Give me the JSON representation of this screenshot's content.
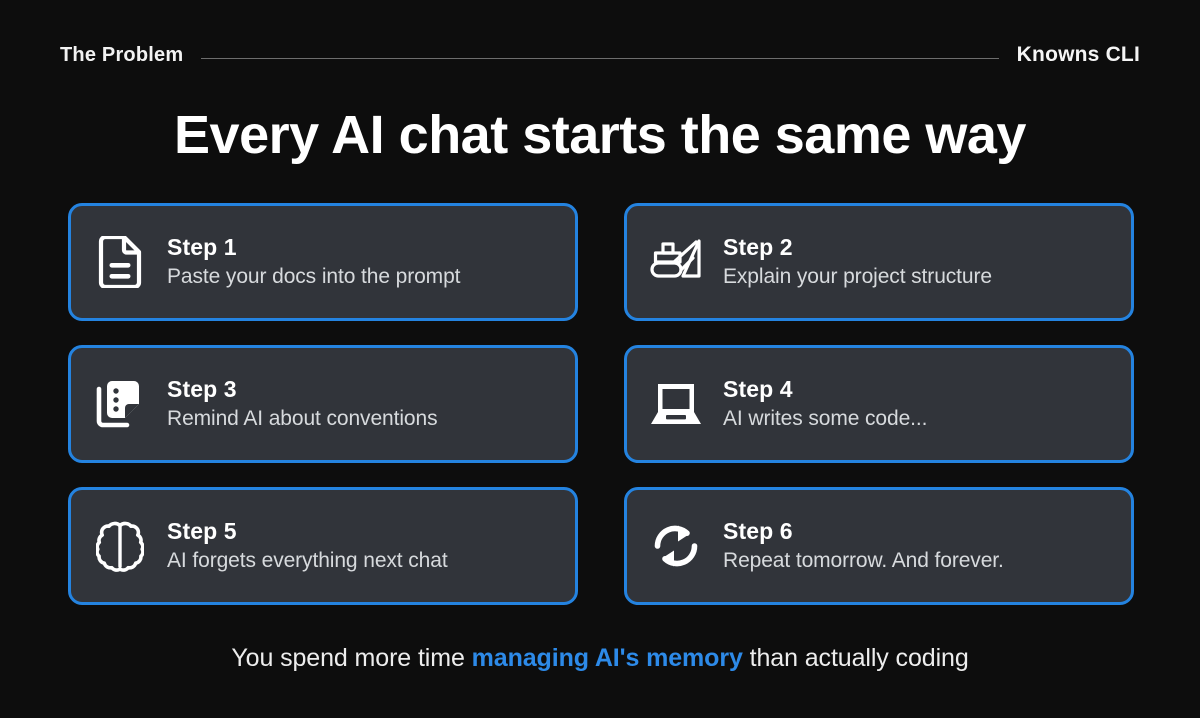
{
  "header": {
    "eyebrow": "The Problem",
    "brand": "Knowns CLI",
    "rule": "horizontal-rule"
  },
  "title": "Every AI chat starts the same way",
  "steps": [
    {
      "icon": "document-file-icon",
      "label": "Step 1",
      "description": "Paste your docs into the prompt"
    },
    {
      "icon": "bulldozer-icon",
      "label": "Step 2",
      "description": "Explain your project structure"
    },
    {
      "icon": "sticky-note-list-icon",
      "label": "Step 3",
      "description": "Remind AI about conventions"
    },
    {
      "icon": "laptop-icon",
      "label": "Step 4",
      "description": "AI writes some code..."
    },
    {
      "icon": "brain-icon",
      "label": "Step 5",
      "description": "AI forgets everything next chat"
    },
    {
      "icon": "refresh-repeat-icon",
      "label": "Step 6",
      "description": "Repeat tomorrow. And forever."
    }
  ],
  "footer": {
    "lead": "You spend more time ",
    "accent": "managing AI's memory",
    "trail": " than actually coding"
  },
  "colors": {
    "background": "#0d0d0d",
    "card_background": "#31343a",
    "card_border": "#2483e0",
    "accent": "#2d8ae8",
    "text_primary": "#ffffff",
    "text_secondary": "#d7dadd",
    "rule": "#6d6d6d"
  }
}
